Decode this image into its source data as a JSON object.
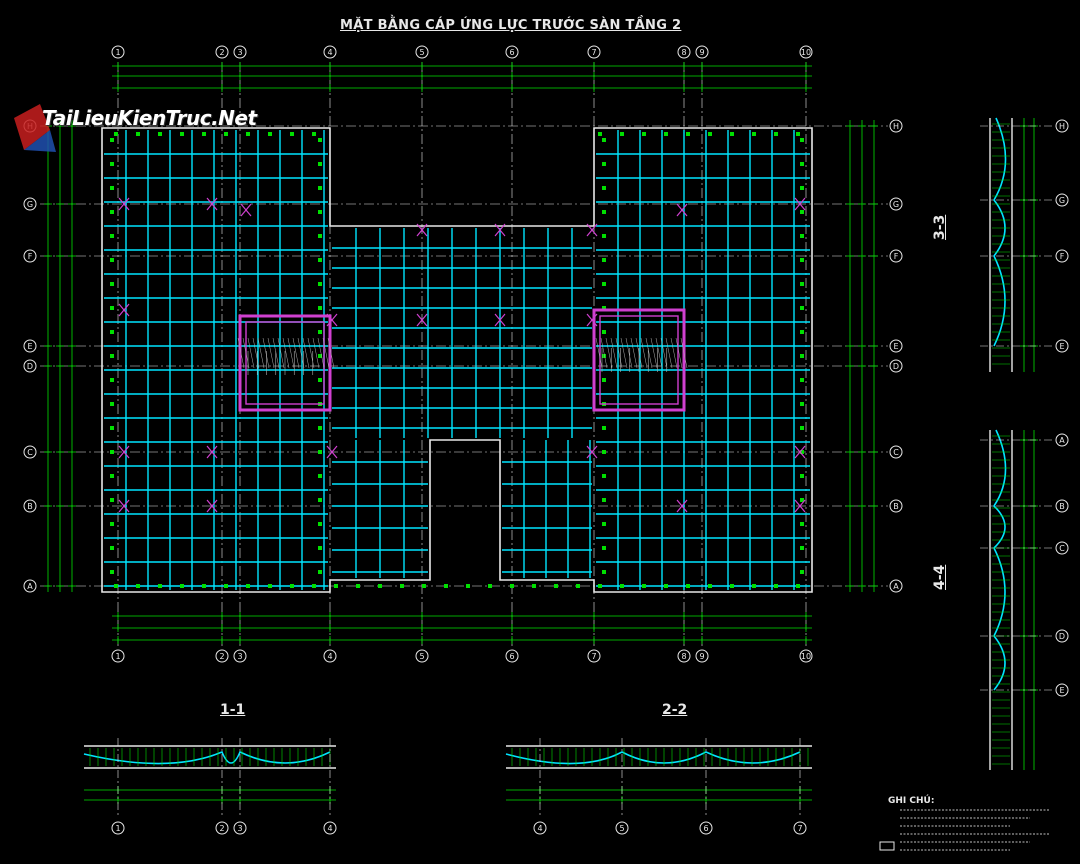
{
  "title": "MẶT BẰNG  CÁP ỨNG LỰC TRƯỚC SÀN TẦNG 2",
  "section_labels": {
    "s11": "1-1",
    "s22": "2-2",
    "s33": "3-3",
    "s44": "4-4"
  },
  "notes_title": "GHI CHÚ:",
  "watermark": "TaiLieuKienTruc.Net",
  "grid_columns": [
    "1",
    "2",
    "3",
    "4",
    "5",
    "6",
    "7",
    "8",
    "9",
    "10"
  ],
  "grid_rows": [
    "H",
    "G",
    "F",
    "E",
    "D",
    "C",
    "B",
    "A"
  ],
  "section1_axes": [
    "1",
    "2",
    "3",
    "4"
  ],
  "section2_axes": [
    "4",
    "5",
    "6",
    "7"
  ],
  "section3_axes": [
    "H",
    "G",
    "F",
    "E"
  ],
  "section4_axes": [
    "A",
    "B",
    "C",
    "D",
    "E"
  ],
  "colors": {
    "background": "#000000",
    "grid_axis": "#e8e8e8",
    "dimension": "#00e000",
    "tendon": "#00e5ff",
    "wall": "#d040d0",
    "text": "#e8e8e8",
    "hatch": "#b0b0b0"
  }
}
